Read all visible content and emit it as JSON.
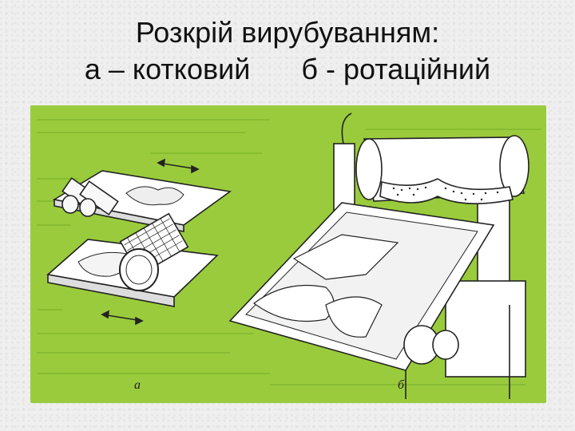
{
  "slide": {
    "title_line1": "Розкрій вирубуванням:",
    "title_left": "а – котковий",
    "title_right": "б - ротаційний"
  },
  "figure": {
    "label_a": "а",
    "label_b": "б",
    "background_color": "#9acb3c"
  }
}
